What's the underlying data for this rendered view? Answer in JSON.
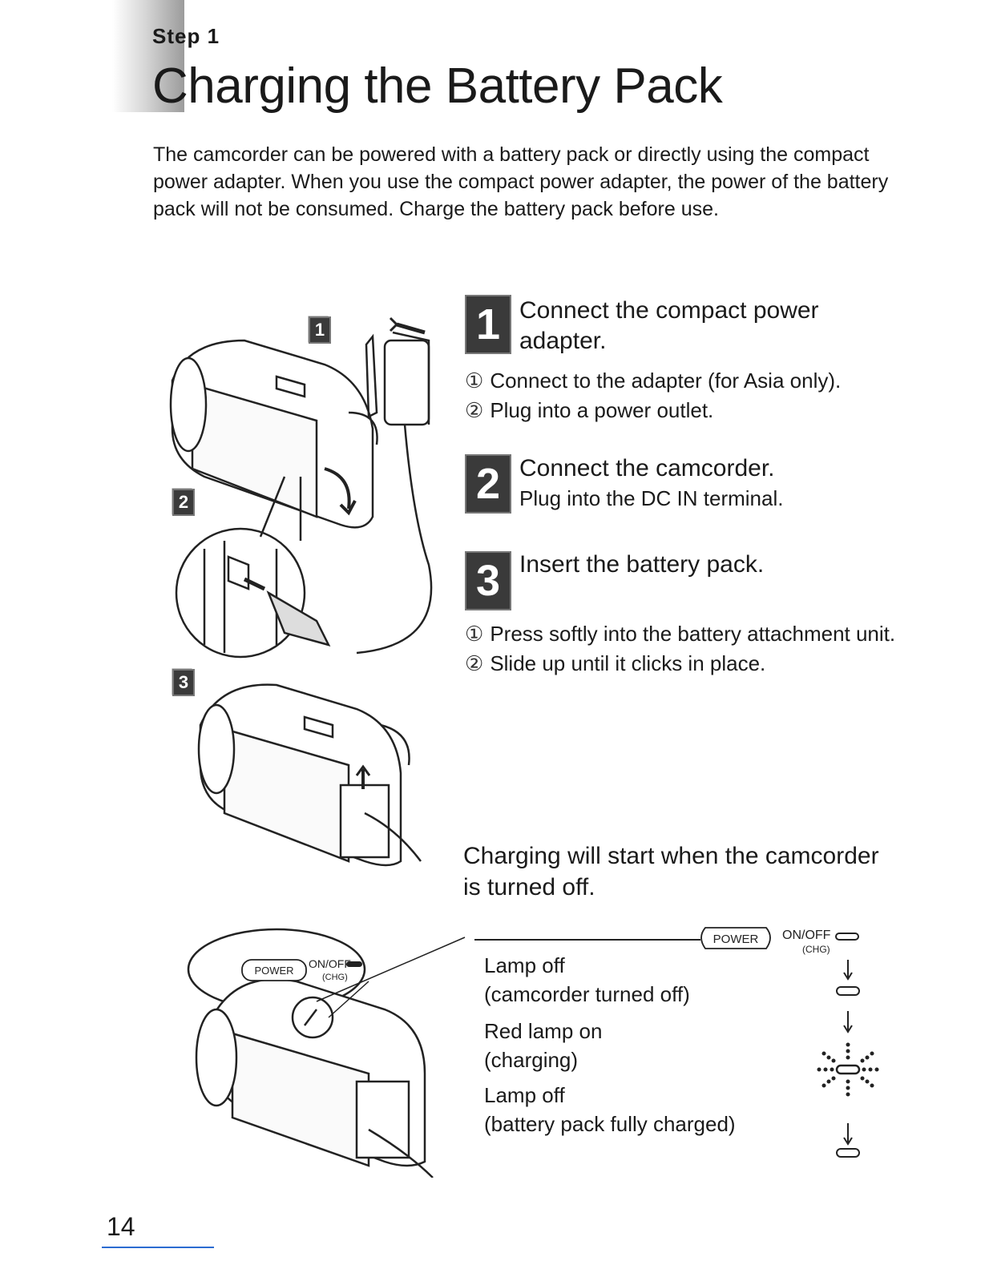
{
  "header": {
    "step_label": "Step 1",
    "title": "Charging the Battery Pack"
  },
  "intro": "The camcorder can be powered with a battery pack or directly using the compact power adapter. When you use the compact power adapter, the power of the battery pack will not be consumed. Charge the battery pack before use.",
  "steps": [
    {
      "number": "1",
      "title": "Connect the compact power adapter.",
      "items": [
        {
          "marker": "①",
          "text": "Connect to the adapter (for Asia only)."
        },
        {
          "marker": "②",
          "text": "Plug into a power outlet."
        }
      ]
    },
    {
      "number": "2",
      "title": "Connect the camcorder.",
      "body": "Plug into the DC IN terminal."
    },
    {
      "number": "3",
      "title": "Insert the battery pack.",
      "items": [
        {
          "marker": "①",
          "text": "Press softly into the battery attachment unit."
        },
        {
          "marker": "②",
          "text": "Slide up until it clicks in place."
        }
      ]
    }
  ],
  "figure_labels": {
    "step1": "1",
    "step2": "2",
    "step3": "3",
    "power_button": "POWER",
    "on_off": "ON/OFF",
    "chg": "(CHG)"
  },
  "charging_note": "Charging will start when the camcorder is turned off.",
  "status": [
    {
      "line1": "Lamp off",
      "line2": "(camcorder turned off)"
    },
    {
      "line1": "Red lamp on",
      "line2": "(charging)"
    },
    {
      "line1": "Lamp off",
      "line2": "(battery pack fully charged)"
    }
  ],
  "page_number": "14",
  "icons": {
    "power_button": "power-button-icon",
    "lamp": "chg-lamp-icon",
    "arrow": "down-arrow-icon"
  }
}
